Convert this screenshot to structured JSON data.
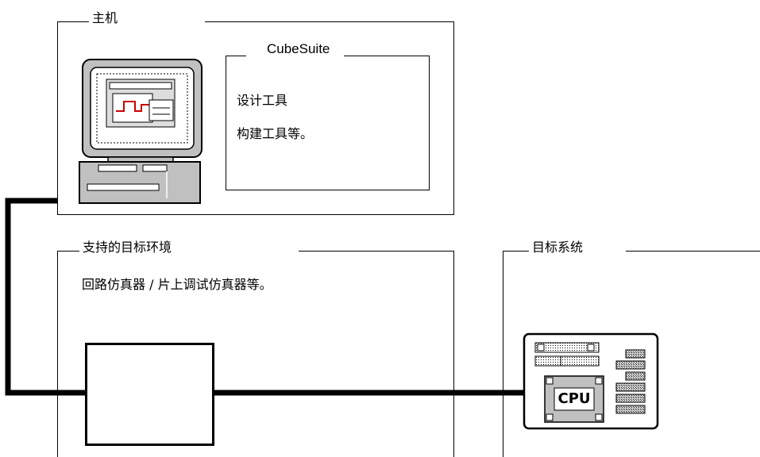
{
  "host": {
    "label": "主机",
    "software": {
      "title": "CubeSuite",
      "lines": [
        "设计工具",
        "构建工具等。"
      ]
    }
  },
  "environment": {
    "label": "支持的目标环境",
    "description": "回路仿真器 / 片上调试仿真器等。"
  },
  "target": {
    "label": "目标系统",
    "chip": "CPU"
  }
}
